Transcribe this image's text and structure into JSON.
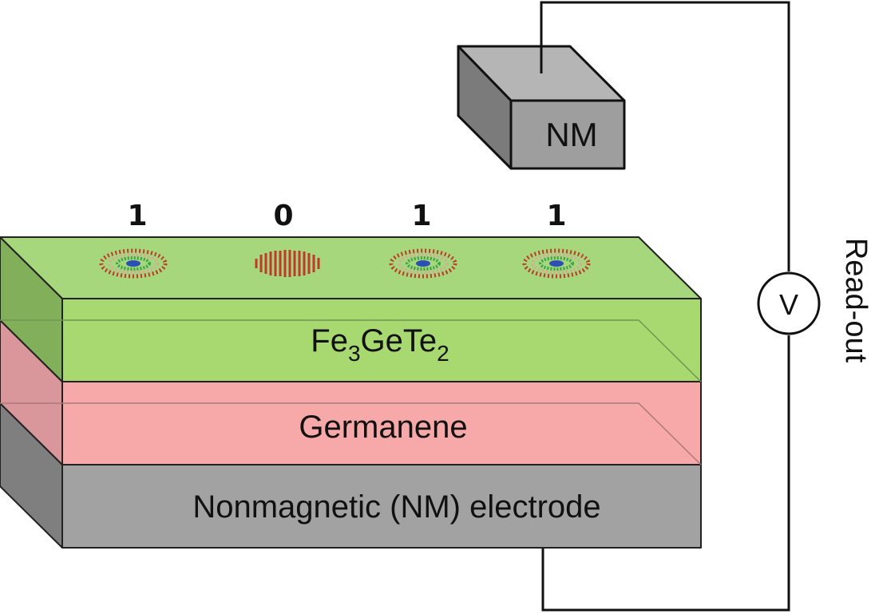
{
  "bits": [
    "1",
    "0",
    "1",
    "1"
  ],
  "layers": {
    "top": {
      "base": "Fe",
      "sub1": "3",
      "mid": "GeTe",
      "sub2": "2"
    },
    "middle": "Germanene",
    "bottom": "Nonmagnetic (NM) electrode"
  },
  "nm_block": "NM",
  "meter_symbol": "V",
  "readout_label": "Read-out",
  "skyrmion_states": [
    "skyrmion",
    "stripe",
    "skyrmion",
    "skyrmion"
  ],
  "colors": {
    "fgt_layer": "#a8d870",
    "germanene_layer": "#f7a8a8",
    "electrode_layer": "#a2a2a2",
    "nm_block_front": "#9e9e9e",
    "wire": "#111111"
  }
}
